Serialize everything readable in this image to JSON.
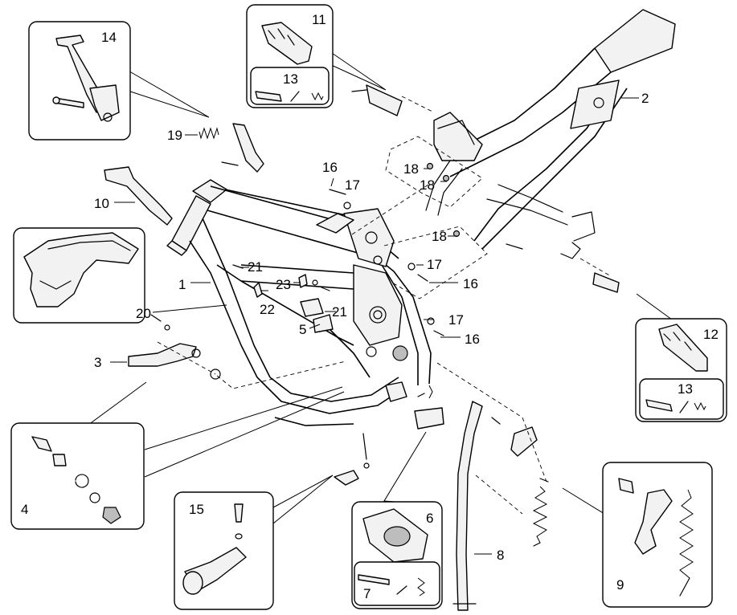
{
  "labels": {
    "l1": "1",
    "l2": "2",
    "l3": "3",
    "l4": "4",
    "l5": "5",
    "l6": "6",
    "l7": "7",
    "l8": "8",
    "l9": "9",
    "l10": "10",
    "l11": "11",
    "l12": "12",
    "l13a": "13",
    "l13b": "13",
    "l14": "14",
    "l15": "15",
    "l16a": "16",
    "l16b": "16",
    "l16c": "16",
    "l17a": "17",
    "l17b": "17",
    "l17c": "17",
    "l18a": "18",
    "l18b": "18",
    "l18c": "18",
    "l19": "19",
    "l20": "20",
    "l21a": "21",
    "l21b": "21",
    "l22": "22",
    "l23": "23"
  }
}
